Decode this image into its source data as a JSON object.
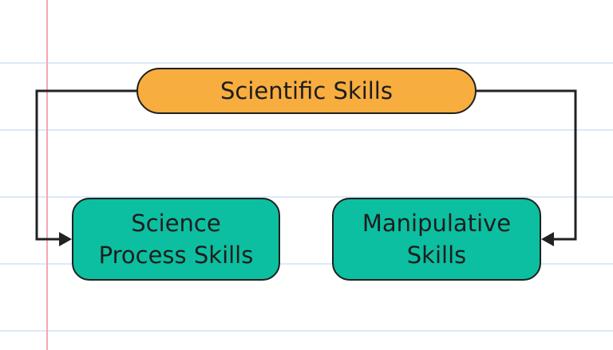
{
  "diagram": {
    "root": {
      "label": "Scientific Skills",
      "color": "#f8ad3f"
    },
    "children": [
      {
        "label": "Science\nProcess Skills",
        "color": "#0cbfa1"
      },
      {
        "label": "Manipulative\nSkills",
        "color": "#0cbfa1"
      }
    ],
    "edges": [
      {
        "from": "Scientific Skills",
        "to": "Science Process Skills"
      },
      {
        "from": "Scientific Skills",
        "to": "Manipulative Skills"
      }
    ]
  },
  "style": {
    "background": "#ffffff",
    "ruled_line_color": "#dce9f5",
    "margin_line_color": "#f4a7b5",
    "connector_color": "#222222"
  }
}
